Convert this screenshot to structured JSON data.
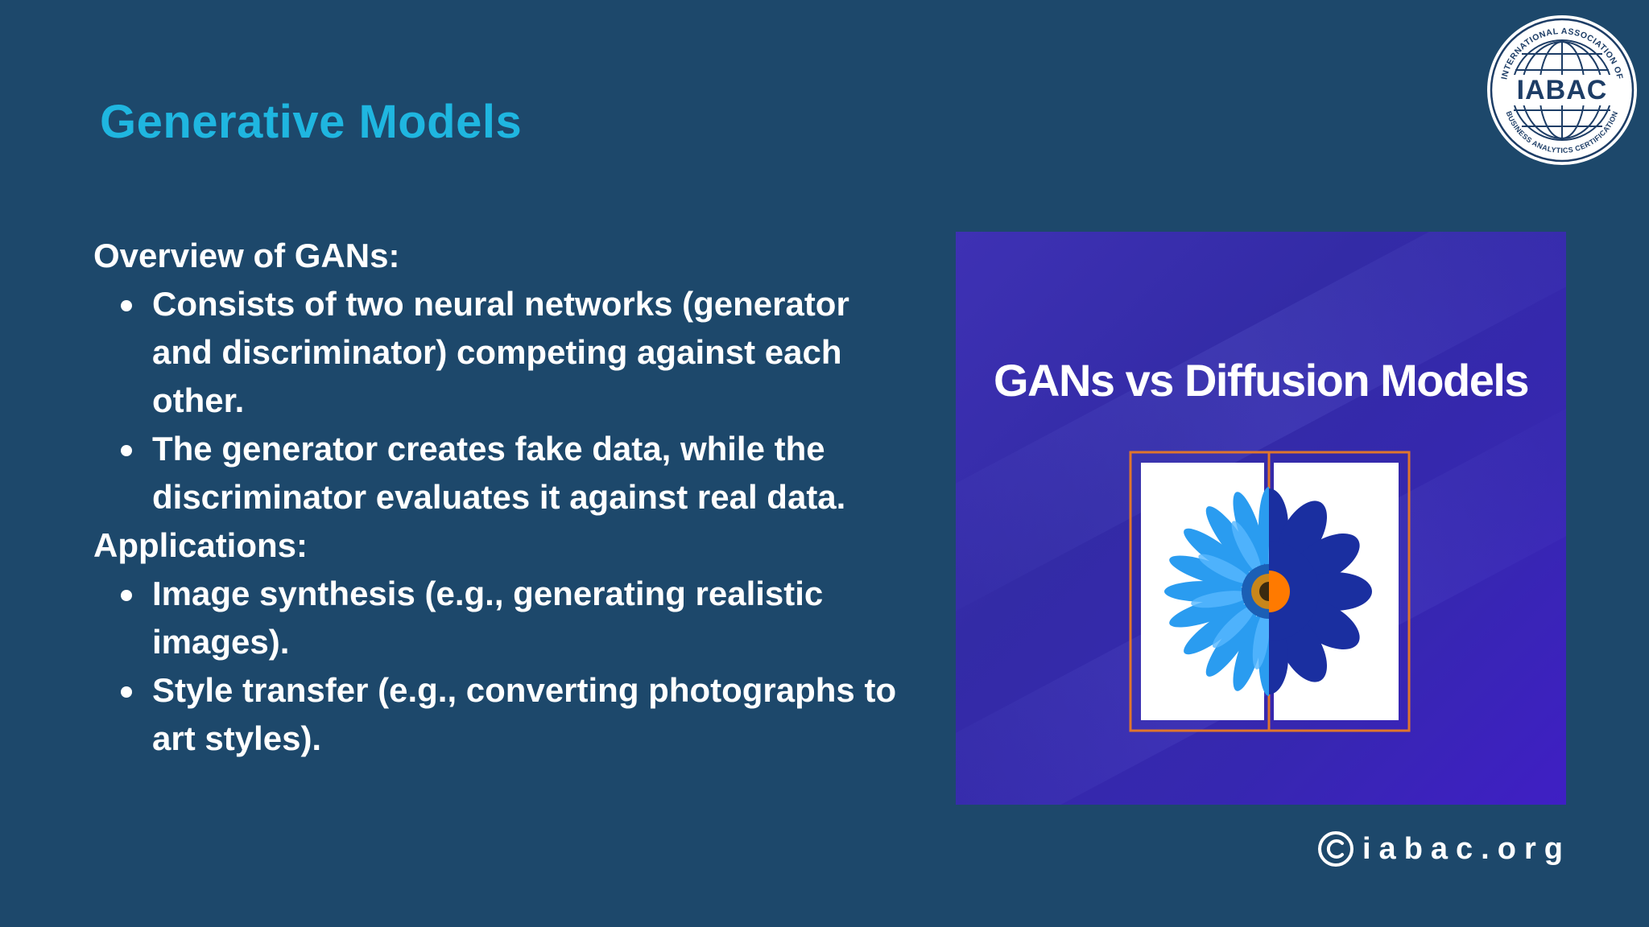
{
  "slide": {
    "title": "Generative Models"
  },
  "content": {
    "sections": [
      {
        "heading": "Overview of GANs:",
        "bullets": [
          [
            "Consists of two neural networks (generator",
            "and discriminator) competing against each",
            "other."
          ],
          [
            "The generator creates fake data, while the",
            "discriminator evaluates it against real data."
          ]
        ]
      },
      {
        "heading": "Applications:",
        "bullets": [
          [
            "Image synthesis (e.g., generating realistic",
            "images)."
          ],
          [
            "Style transfer (e.g., converting photographs to",
            "art styles)."
          ]
        ]
      }
    ]
  },
  "hero_image": {
    "title": "GANs vs Diffusion Models",
    "frame_color": "#e0752c",
    "photo_flower_color": "#2a9cf0",
    "illustration_flower_color": "#1a2fa0",
    "center_color": "#ff7a00"
  },
  "logo": {
    "text": "IABAC",
    "ring_text_top": "INTERNATIONAL ASSOCIATION OF",
    "ring_text_bottom": "BUSINESS ANALYTICS CERTIFICATION"
  },
  "footer": {
    "icon": "copyright-icon",
    "text": "iabac.org"
  },
  "colors": {
    "background": "#1d486b",
    "title": "#1fb6e0",
    "body_text": "#ffffff"
  }
}
